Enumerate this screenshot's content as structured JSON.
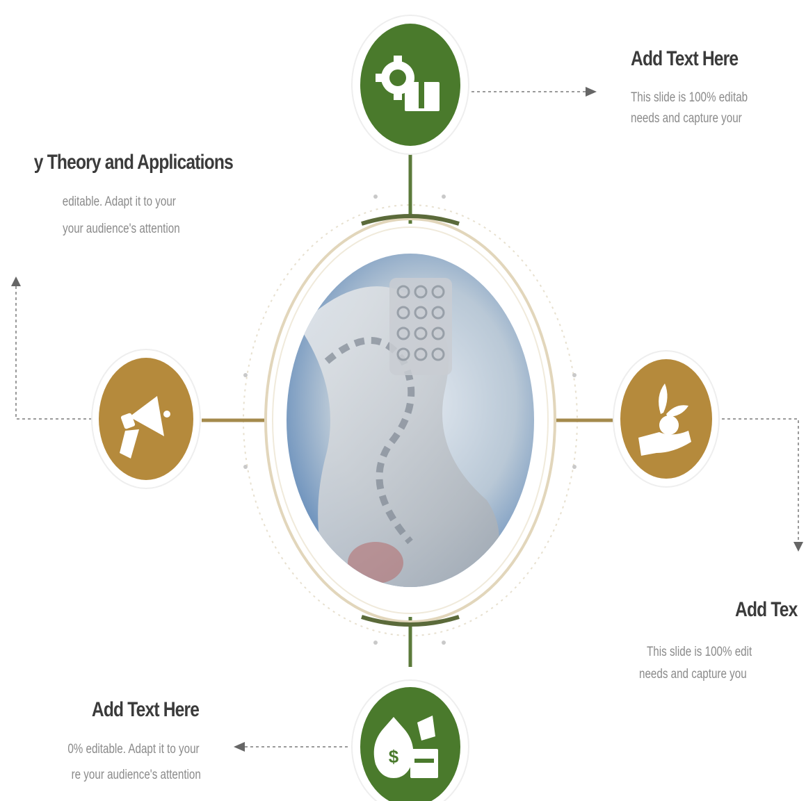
{
  "colors": {
    "green": "#4a7a2c",
    "gold": "#b58a3c",
    "connector": "#6b6b3a",
    "dotted": "#9a9a9a",
    "ring": "#d9ccb0"
  },
  "center": {
    "image": "dna-photo"
  },
  "nodes": {
    "top": {
      "icon": "gear-box-icon",
      "color": "#4a7a2c"
    },
    "bottom": {
      "icon": "money-bag-cash-icon",
      "color": "#4a7a2c"
    },
    "left": {
      "icon": "megaphone-icon",
      "color": "#b58a3c"
    },
    "right": {
      "icon": "hand-plant-icon",
      "color": "#b58a3c"
    }
  },
  "labels": {
    "top_right": {
      "heading": "Add Text Here",
      "line1": "This slide is 100% editab",
      "line2": "needs and capture your"
    },
    "upper_left": {
      "heading": "y Theory and Applications",
      "line1": "editable. Adapt it to your",
      "line2": "your audience's attention"
    },
    "lower_right": {
      "heading": "Add Tex",
      "line1": "This slide is 100% edit",
      "line2": "needs and capture you"
    },
    "lower_left": {
      "heading": "Add Text Here",
      "line1": "0% editable. Adapt it to your",
      "line2": "re your audience's attention"
    }
  }
}
